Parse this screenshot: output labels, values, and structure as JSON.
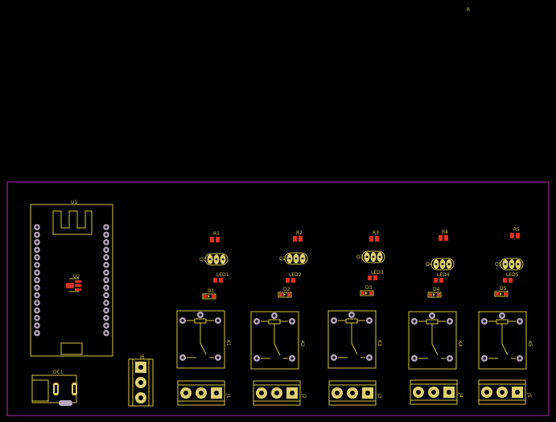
{
  "canvas": {
    "background": "#000000",
    "board_outline_color": "#b030b0",
    "silk_color": "#d8c840",
    "copper_color": "#e03020"
  },
  "top_label": "R",
  "mcu": {
    "ref": "U1",
    "sub_ref": "U2"
  },
  "power": {
    "ref": "DC1"
  },
  "header": {
    "ref": "J6"
  },
  "channels": [
    {
      "resistor": "R1",
      "led": "LED1",
      "diode": "D1",
      "relay": "K1",
      "transistor": "Q1",
      "terminal": "J1"
    },
    {
      "resistor": "R2",
      "led": "LED2",
      "diode": "D2",
      "relay": "K2",
      "transistor": "Q2",
      "terminal": "J2"
    },
    {
      "resistor": "R3",
      "led": "LED3",
      "diode": "D3",
      "relay": "K3",
      "transistor": "Q3",
      "terminal": "J3"
    },
    {
      "resistor": "R4",
      "led": "LED4",
      "diode": "D4",
      "relay": "K4",
      "transistor": "Q4",
      "terminal": "J4"
    },
    {
      "resistor": "R5",
      "led": "LED5",
      "diode": "D5",
      "relay": "K5",
      "transistor": "Q5",
      "terminal": "J5"
    }
  ]
}
